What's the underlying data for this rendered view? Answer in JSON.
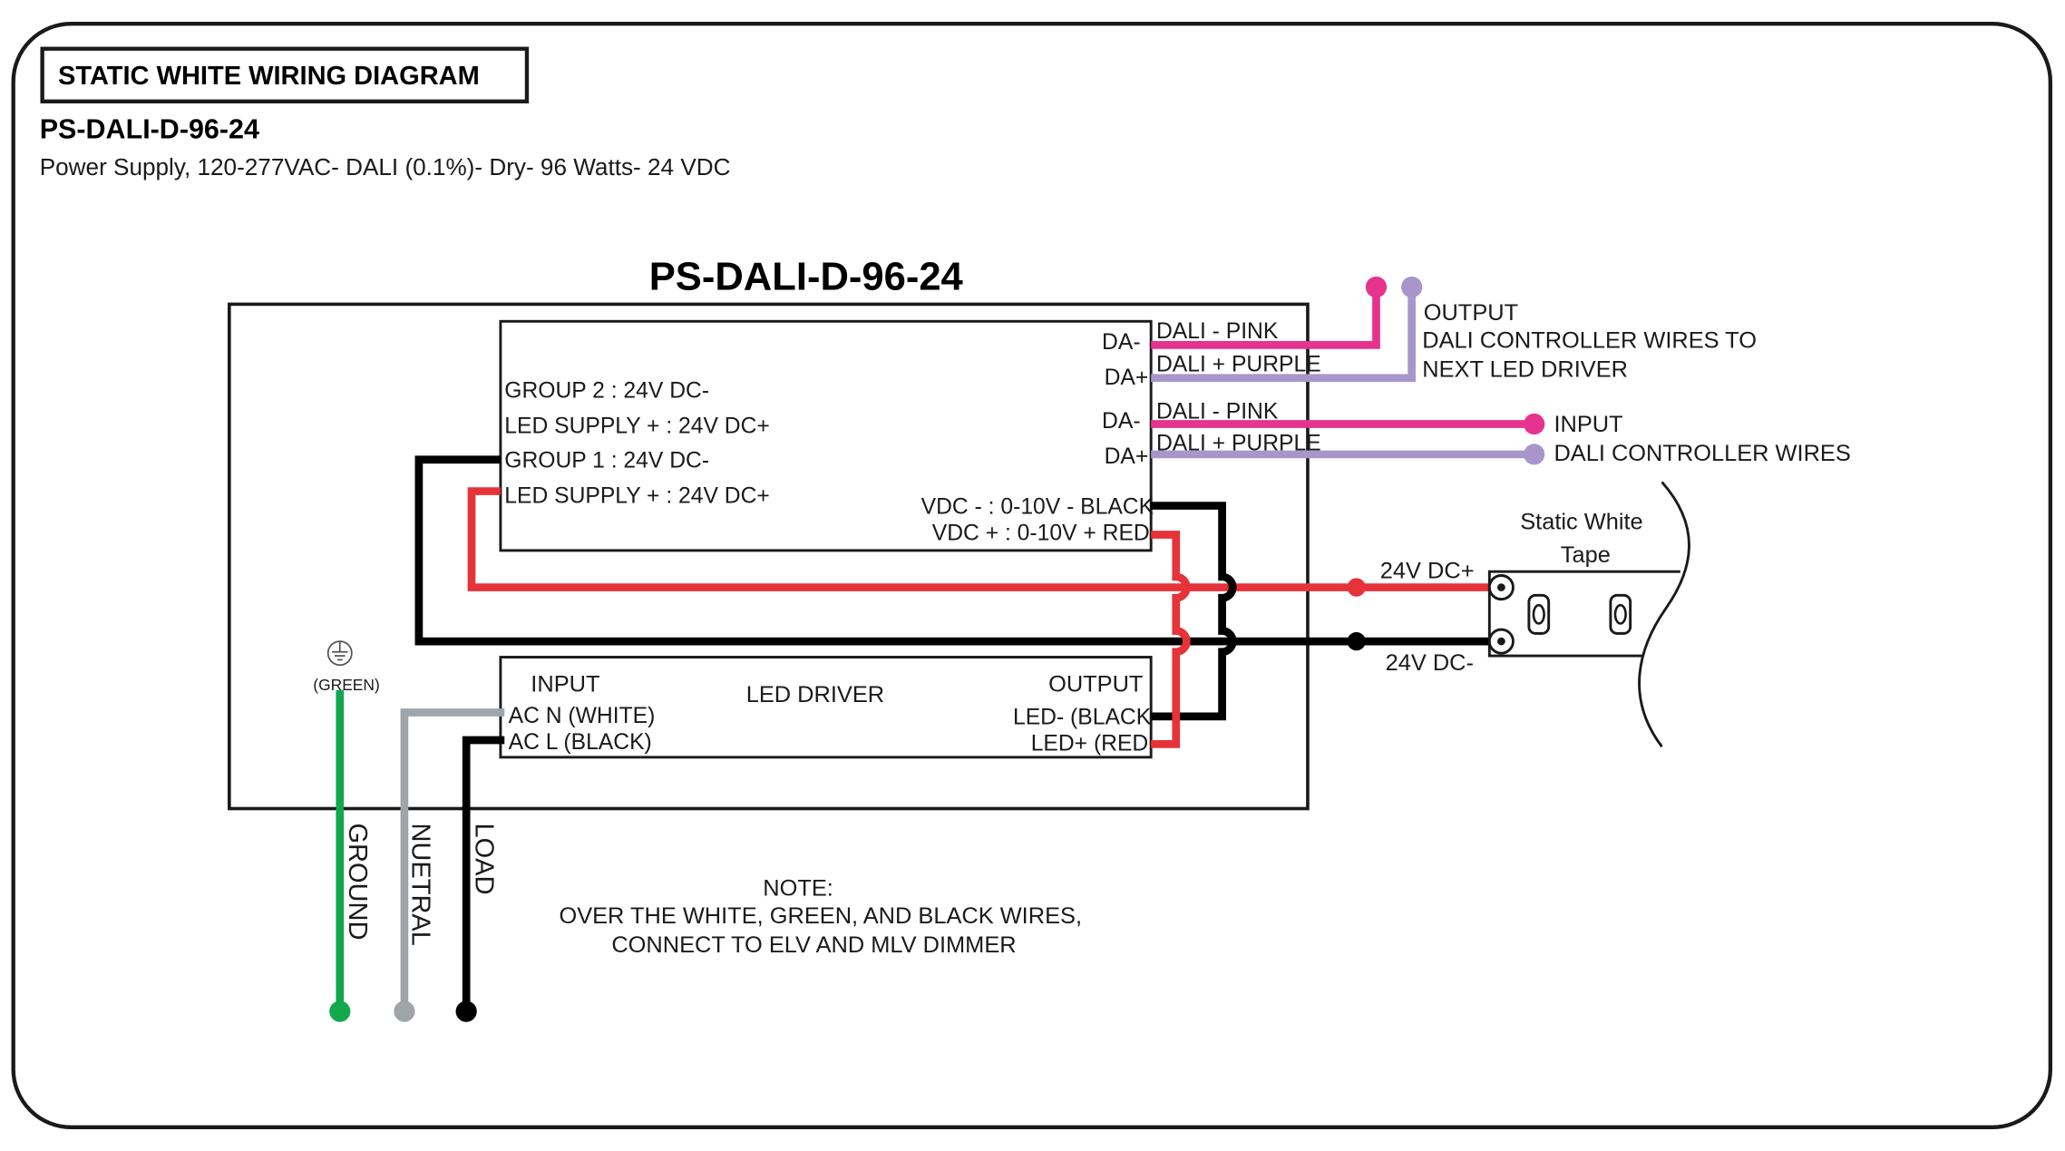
{
  "header": {
    "title": "STATIC WHITE WIRING DIAGRAM",
    "model": "PS-DALI-D-96-24",
    "description": "Power Supply, 120-277VAC- DALI (0.1%)- Dry- 96 Watts- 24 VDC"
  },
  "power_supply": {
    "title": "PS-DALI-D-96-24",
    "dali_module": {
      "group2": "GROUP 2 : 24V DC-",
      "led_supply_2": "LED SUPPLY + : 24V DC+",
      "group1": "GROUP 1 : 24V DC-",
      "led_supply_1": "LED SUPPLY + : 24V DC+",
      "output_da_minus": "DA-",
      "output_da_plus": "DA+",
      "input_da_minus": "DA-",
      "input_da_plus": "DA+",
      "vdc_minus": "VDC - : 0-10V - BLACK",
      "vdc_plus": "VDC + : 0-10V + RED"
    },
    "led_driver": {
      "title": "LED DRIVER",
      "input_label": "INPUT",
      "ac_n": "AC N (WHITE)",
      "ac_l": "AC L (BLACK)",
      "output_label": "OUTPUT",
      "led_minus": "LED- (BLACK",
      "led_plus": "LED+ (RED"
    },
    "ground_terminal": "(GREEN)"
  },
  "dali_wires": {
    "output_pink": "DALI - PINK",
    "output_purple": "DALI + PURPLE",
    "input_pink": "DALI - PINK",
    "input_purple": "DALI + PURPLE",
    "output_note": [
      "OUTPUT",
      "DALI CONTROLLER WIRES TO",
      "NEXT LED DRIVER"
    ],
    "input_note": [
      "INPUT",
      "DALI CONTROLLER WIRES"
    ]
  },
  "tape": {
    "title": [
      "Static White",
      "Tape"
    ],
    "dc_plus": "24V DC+",
    "dc_minus": "24V DC-"
  },
  "mains_leads": {
    "ground": "GROUND",
    "neutral": "NUETRAL",
    "load": "LOAD"
  },
  "note": [
    "NOTE:",
    "OVER THE WHITE, GREEN, AND BLACK WIRES,",
    "CONNECT TO ELV AND MLV DIMMER"
  ],
  "colors": {
    "pink": "#e5338e",
    "purple": "#a896cb",
    "red": "#e6333a",
    "black": "#000000",
    "green": "#14a84e",
    "gray": "#a0a5aa"
  }
}
